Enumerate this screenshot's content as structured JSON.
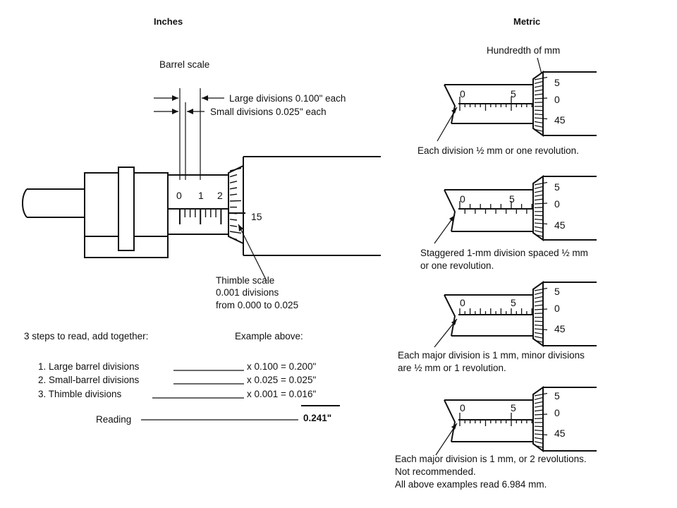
{
  "headers": {
    "inches": "Inches",
    "metric": "Metric"
  },
  "inch_diagram": {
    "barrel_scale_label": "Barrel scale",
    "large_div_label": "Large divisions 0.100\" each",
    "small_div_label": "Small divisions 0.025\" each",
    "barrel_numbers": [
      "0",
      "1",
      "2"
    ],
    "thimble_number": "15",
    "thimble_label_lines": [
      "Thimble scale",
      "0.001 divisions",
      "from 0.000 to 0.025"
    ]
  },
  "steps": {
    "title": "3 steps to read, add together:",
    "example_title": "Example above:",
    "rows": [
      {
        "label": "1. Large barrel divisions",
        "formula": "x 0.100 = 0.200\""
      },
      {
        "label": "2. Small-barrel divisions",
        "formula": "x 0.025 = 0.025\""
      },
      {
        "label": "3. Thimble divisions",
        "formula": "x 0.001 = 0.016\""
      }
    ],
    "reading_label": "Reading",
    "reading_value": "0.241\""
  },
  "metric": {
    "hundredth_label": "Hundredth of mm",
    "panels": [
      {
        "barrel_numbers": [
          "0",
          "5"
        ],
        "thimble_numbers": [
          "5",
          "0",
          "45"
        ],
        "caption_lines": [
          "Each division ½ mm or one revolution."
        ]
      },
      {
        "barrel_numbers": [
          "0",
          "5"
        ],
        "thimble_numbers": [
          "5",
          "0",
          "45"
        ],
        "caption_lines": [
          "Staggered 1-mm division spaced ½ mm",
          "or one revolution."
        ]
      },
      {
        "barrel_numbers": [
          "0",
          "5"
        ],
        "thimble_numbers": [
          "5",
          "0",
          "45"
        ],
        "caption_lines": [
          "Each major division is 1 mm, minor divisions",
          "are ½ mm or 1 revolution."
        ]
      },
      {
        "barrel_numbers": [
          "0",
          "5"
        ],
        "thimble_numbers": [
          "5",
          "0",
          "45"
        ],
        "caption_lines": [
          "Each major division is 1 mm, or 2 revolutions.",
          "Not recommended.",
          "All above examples read 6.984 mm."
        ]
      }
    ]
  }
}
